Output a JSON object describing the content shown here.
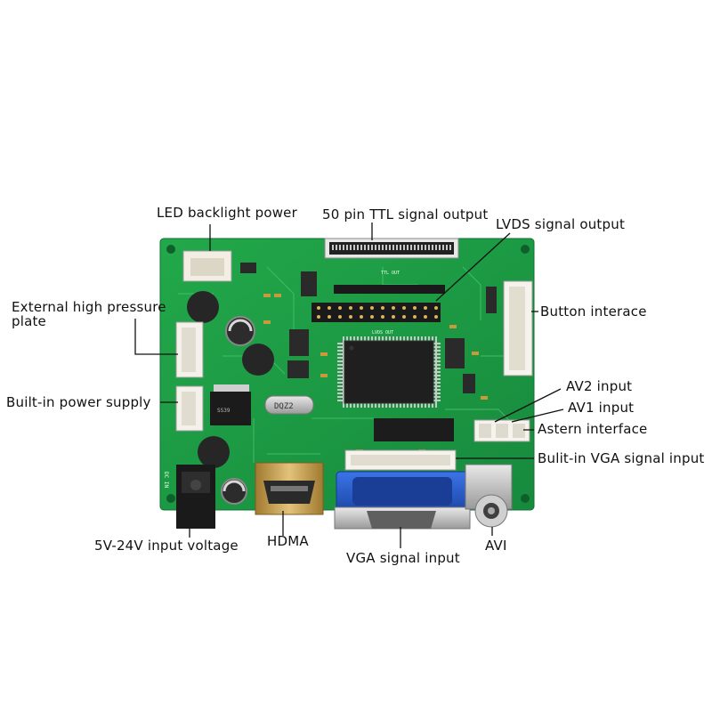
{
  "labels": {
    "led_backlight_power": "LED backlight power",
    "ttl_signal_output": "50 pin TTL signal output",
    "lvds_signal_output": "LVDS signal output",
    "external_high_pressure": "External high pressure",
    "external_high_pressure_line2": "plate",
    "button_interface": "Button interace",
    "built_in_power_supply": "Built-in power supply",
    "av2_input": "AV2 input",
    "av1_input": "AV1 input",
    "astern_interface": "Astern interface",
    "built_in_vga_signal_input": "Bulit-in VGA signal input",
    "input_voltage": "5V-24V input voltage",
    "hdmi": "HDMA",
    "vga_signal_input": "VGA signal input",
    "av1": "AVI"
  },
  "board_silkscreen": {
    "ttl_out": "TTL OUT",
    "lvds_out": "LVDS OUT",
    "crystal": "DQZ2",
    "regulator": "SS39",
    "dc_in": "DC IN"
  },
  "colors": {
    "pcb": "#1e9e45",
    "pcb_dark": "#15803a",
    "pcb_trace": "#3fbf62",
    "vga_blue": "#2a5fd0",
    "hdmi_gold": "#c9a455",
    "chip": "#1e1e1e"
  }
}
